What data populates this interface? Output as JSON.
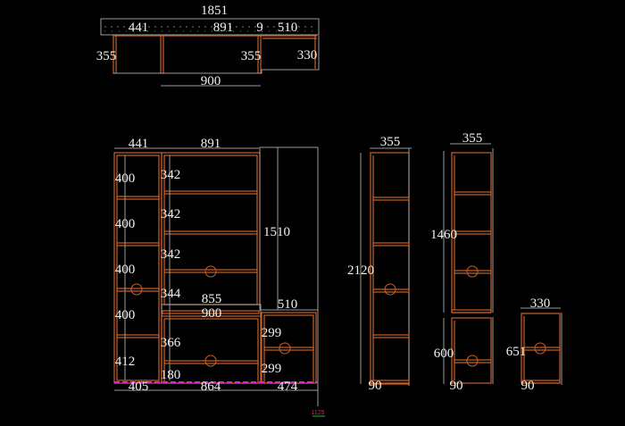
{
  "plan_view": {
    "total_width": "1851",
    "widths": [
      "441",
      "891",
      "9",
      "510"
    ],
    "depth_left": "355",
    "depth_mid": "355",
    "depth_right": "330",
    "lower_width": "900"
  },
  "front_view": {
    "top_widths": [
      "441",
      "891"
    ],
    "left_heights": [
      "400",
      "400",
      "400",
      "400",
      "412"
    ],
    "mid_heights": [
      "342",
      "342",
      "342",
      "344"
    ],
    "counter_inner": "855",
    "counter_outer": "900",
    "tall_height": "1510",
    "right_width": "510",
    "lower_mid_heights": [
      "366",
      "180"
    ],
    "right_heights": [
      "299",
      "299"
    ],
    "bottom_widths": [
      "405",
      "864",
      "474"
    ]
  },
  "side_views": [
    {
      "width": "355",
      "height": "2120",
      "plinth": "90"
    },
    {
      "width": "355",
      "height_upper": "1460",
      "height_lower": "600",
      "plinth": "90"
    },
    {
      "width": "330",
      "height": "651",
      "plinth": "90"
    }
  ],
  "marker_label": "1125",
  "colors": {
    "background": "#000000",
    "panel": "#c8602a",
    "dimension": "#9a9a9a",
    "baseline": "#e020e0"
  }
}
